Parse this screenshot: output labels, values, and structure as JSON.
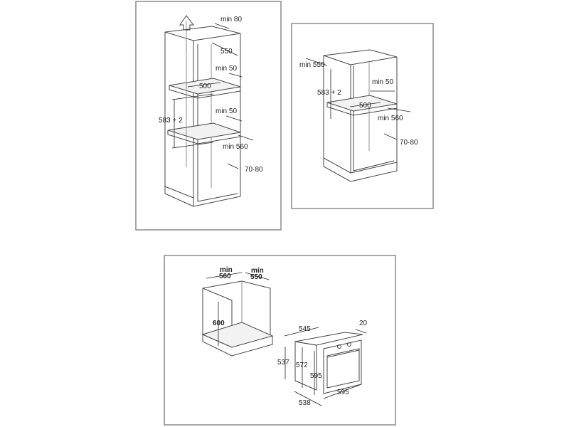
{
  "panels": {
    "tall_cabinet": {
      "labels": {
        "top_vent": "min 80",
        "depth": "550",
        "upper_gap": "min 50",
        "shelf_depth": "500",
        "niche_height": "583 + 2",
        "lower_gap": "min 50",
        "niche_width": "min 560",
        "rear_gap": "70·80"
      }
    },
    "base_column": {
      "labels": {
        "depth": "min 550",
        "niche_height": "583 + 2",
        "rear_gap_top": "min 50",
        "shelf_depth": "500",
        "niche_width": "min 560",
        "rear_gap": "70·80"
      }
    },
    "under_counter": {
      "labels": {
        "width_min": "min",
        "width_value": "560",
        "depth_min": "min",
        "depth_value": "550",
        "height": "600",
        "oven_depth": "545",
        "front_thickness": "20",
        "body_height": "537",
        "inner_height": "572",
        "front_height": "595",
        "front_width": "595",
        "body_width": "538"
      }
    }
  }
}
